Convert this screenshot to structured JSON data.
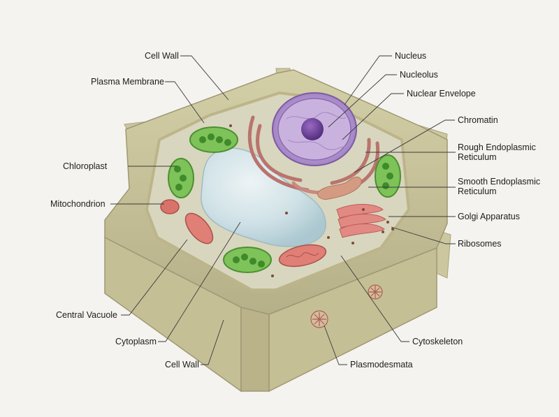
{
  "labels": {
    "cell_wall_top": "Cell Wall",
    "plasma_membrane": "Plasma Membrane",
    "chloroplast": "Chloroplast",
    "mitochondrion": "Mitochondrion",
    "central_vacuole": "Central Vacuole",
    "cytoplasm": "Cytoplasm",
    "cell_wall_bottom": "Cell Wall",
    "nucleus": "Nucleus",
    "nucleolus": "Nucleolus",
    "nuclear_envelope": "Nuclear Envelope",
    "chromatin": "Chromatin",
    "rough_er": "Rough Endoplasmic\nReticulum",
    "smooth_er": "Smooth Endoplasmic\nReticulum",
    "golgi": "Golgi Apparatus",
    "ribosomes": "Ribosomes",
    "cytoskeleton": "Cytoskeleton",
    "plasmodesmata": "Plasmodesmata"
  },
  "colors": {
    "cell_wall": "#c9c49a",
    "cytoplasm": "#dcd9bf",
    "vacuole": "#cfe3ea",
    "chloroplast": "#6fb74c",
    "mitochondrion": "#d9736a",
    "nucleus": "#b79ad0",
    "nucleolus": "#6e3f98",
    "er": "#c98a80",
    "golgi": "#e07f7a"
  }
}
